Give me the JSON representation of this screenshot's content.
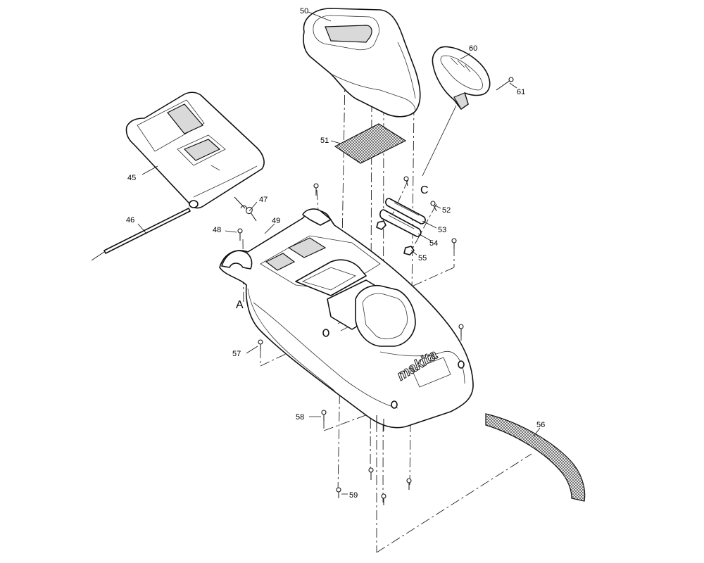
{
  "callouts": {
    "p45": "45",
    "p46": "46",
    "p47": "47",
    "p48": "48",
    "p49": "49",
    "p50": "50",
    "p51": "51",
    "p52": "52",
    "p53": "53",
    "p54": "54",
    "p55": "55",
    "p56": "56",
    "p57": "57",
    "p58": "58",
    "p59": "59",
    "p60": "60",
    "p61": "61"
  },
  "references": {
    "a": "A",
    "c": "C"
  },
  "brand": "makita",
  "colors": {
    "line": "#111111",
    "mesh": "#555555",
    "background": "#ffffff"
  }
}
